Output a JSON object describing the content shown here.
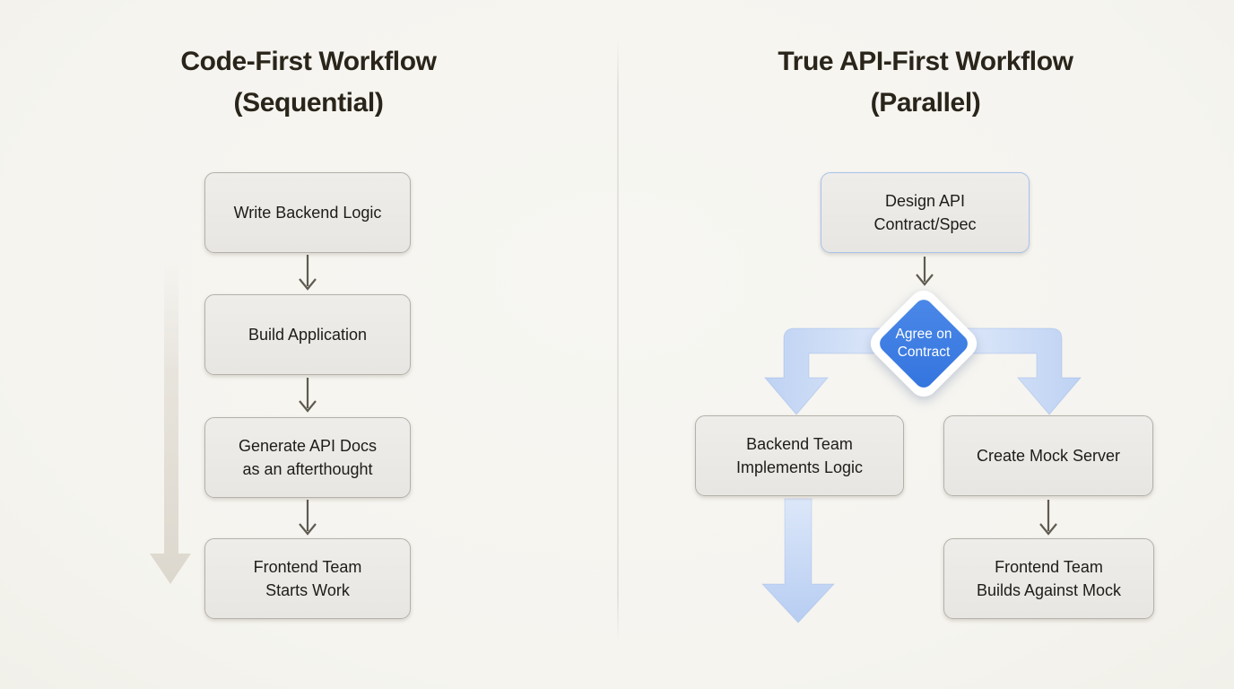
{
  "left_panel": {
    "title": {
      "line1": "Code-First Workflow",
      "line2": "(Sequential)"
    },
    "boxes": [
      {
        "lines": [
          "Write Backend Logic"
        ]
      },
      {
        "lines": [
          "Build Application"
        ]
      },
      {
        "lines": [
          "Generate API Docs",
          "as an afterthought"
        ]
      },
      {
        "lines": [
          "Frontend Team",
          "Starts Work"
        ]
      }
    ]
  },
  "right_panel": {
    "title": {
      "line1": "True API-First Workflow",
      "line2": "(Parallel)"
    },
    "design_box": {
      "lines": [
        "Design API",
        "Contract/Spec"
      ]
    },
    "decision_diamond": {
      "lines": [
        "Agree on",
        "Contract"
      ]
    },
    "backend_box": {
      "lines": [
        "Backend Team",
        "Implements Logic"
      ]
    },
    "mock_box": {
      "lines": [
        "Create Mock Server"
      ]
    },
    "frontend_box": {
      "lines": [
        "Frontend Team",
        "Builds Against Mock"
      ]
    }
  },
  "colors": {
    "background": "#f5f4ef",
    "title_text": "#2a251a",
    "box_fill": "#ebe9e5",
    "box_border": "#b4b1aa",
    "box_text": "#1d1c18",
    "divider": "#e4e2dc",
    "connector_arrow": "#5f5b51",
    "sequential_fade_arrow": "#dcd7cd",
    "diamond_fill": "#3b7ee1",
    "diamond_text": "#ffffff",
    "design_box_border": "#a9c2ea",
    "parallel_arrow_light": "#e6eefb",
    "parallel_arrow_dark": "#bed2f3"
  }
}
